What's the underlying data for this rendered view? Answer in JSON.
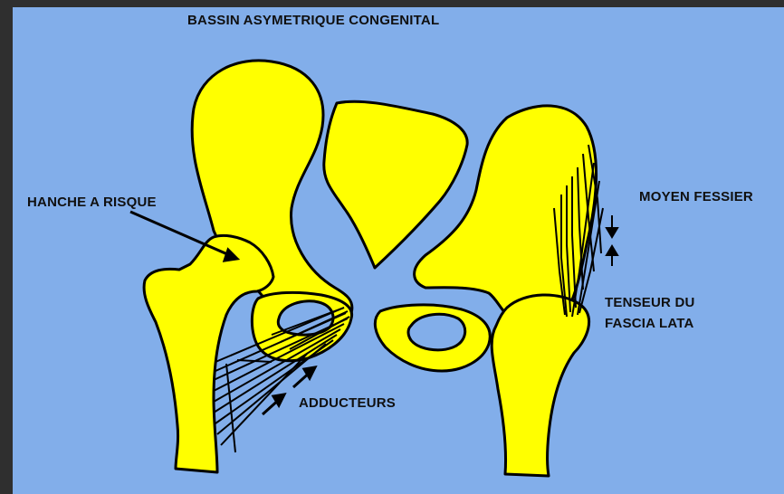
{
  "title": "BASSIN ASYMETRIQUE CONGENITAL",
  "labels": {
    "hanche": "HANCHE A RISQUE",
    "moyen_fessier": "MOYEN FESSIER",
    "tenseur_line1": "TENSEUR DU",
    "tenseur_line2": "FASCIA LATA",
    "adducteurs": "ADDUCTEURS"
  },
  "colors": {
    "background": "#82aeea",
    "frame": "#2f2f2f",
    "bone": "#ffff00",
    "outline": "#000000"
  }
}
